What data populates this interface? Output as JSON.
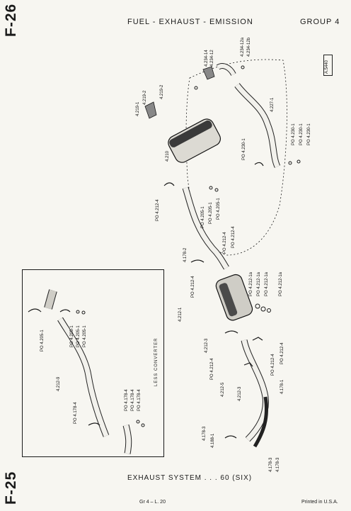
{
  "page": {
    "top_tag": "F-26",
    "bottom_tag": "F-25",
    "header_title": "FUEL - EXHAUST - EMISSION",
    "group": "GROUP 4",
    "ref_code": "A.5440",
    "caption": "EXHAUST SYSTEM . . . 60 (SIX)",
    "footer_center": "Gr 4  –  L. 20",
    "footer_right": "Printed in U.S.A."
  },
  "inset": {
    "title": "LESS CONVERTER",
    "labels": [
      "PO 4.205-1",
      "PO 4.205-1",
      "PO 4.205-1",
      "PO 4.205-1",
      "4.212-9",
      "PO 4.178-4",
      "PO 4.178-4",
      "PO 4.178-4",
      "PO 4.178-4"
    ]
  },
  "labels": [
    "4.234-14",
    "4.234-12",
    "4.234-12a",
    "4.234-12b",
    "4.219-1",
    "4.219-2",
    "4.219-2",
    "4.227-1",
    "4.210",
    "PO 4.230-1",
    "PO 4.230-1",
    "PO 4.230-1",
    "PO 4.230-1",
    "PO 4.212-4",
    "PO 4.205-1",
    "PO 4.205-1",
    "PO 4.205-1",
    "4.178-2",
    "PO 4.212-4",
    "PO 4.212-4",
    "PO 4.212-4",
    "PO 4.212-1a",
    "PO 4.212-1a",
    "PO 4.212-1a",
    "PO 4.212-1a",
    "4.212-1",
    "4.212-3",
    "PO 4.212-4",
    "PO 4.212-4",
    "PO 4.212-4",
    "4.212-5",
    "4.212-3",
    "4.178-1",
    "4.178-3",
    "4.188-1",
    "4.178-3",
    "4.178-3"
  ]
}
